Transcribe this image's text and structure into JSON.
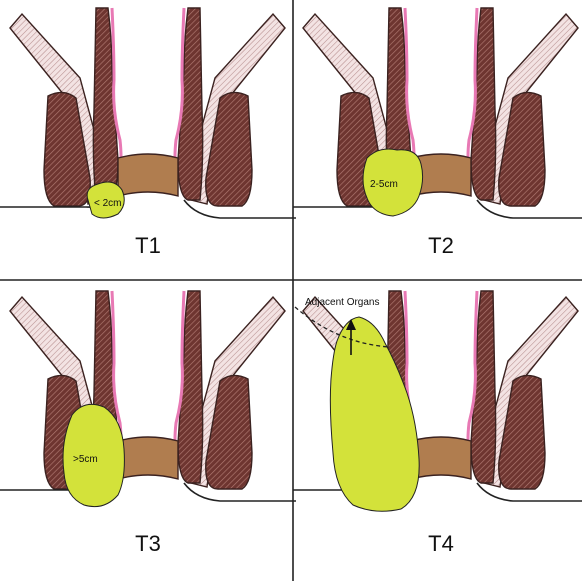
{
  "colors": {
    "muscle": "#7a3d36",
    "levator": "#e8cdcd",
    "canal_lining": "#e879b4",
    "rectum": "#b07d4f",
    "tumor": "#d3e23a",
    "divider": "#222222"
  },
  "panels": [
    {
      "stage": "T1",
      "size_label": "< 2cm"
    },
    {
      "stage": "T2",
      "size_label": "2-5cm"
    },
    {
      "stage": "T3",
      "size_label": ">5cm"
    },
    {
      "stage": "T4",
      "size_label": "",
      "organ_label": "Adjacent Organs"
    }
  ]
}
